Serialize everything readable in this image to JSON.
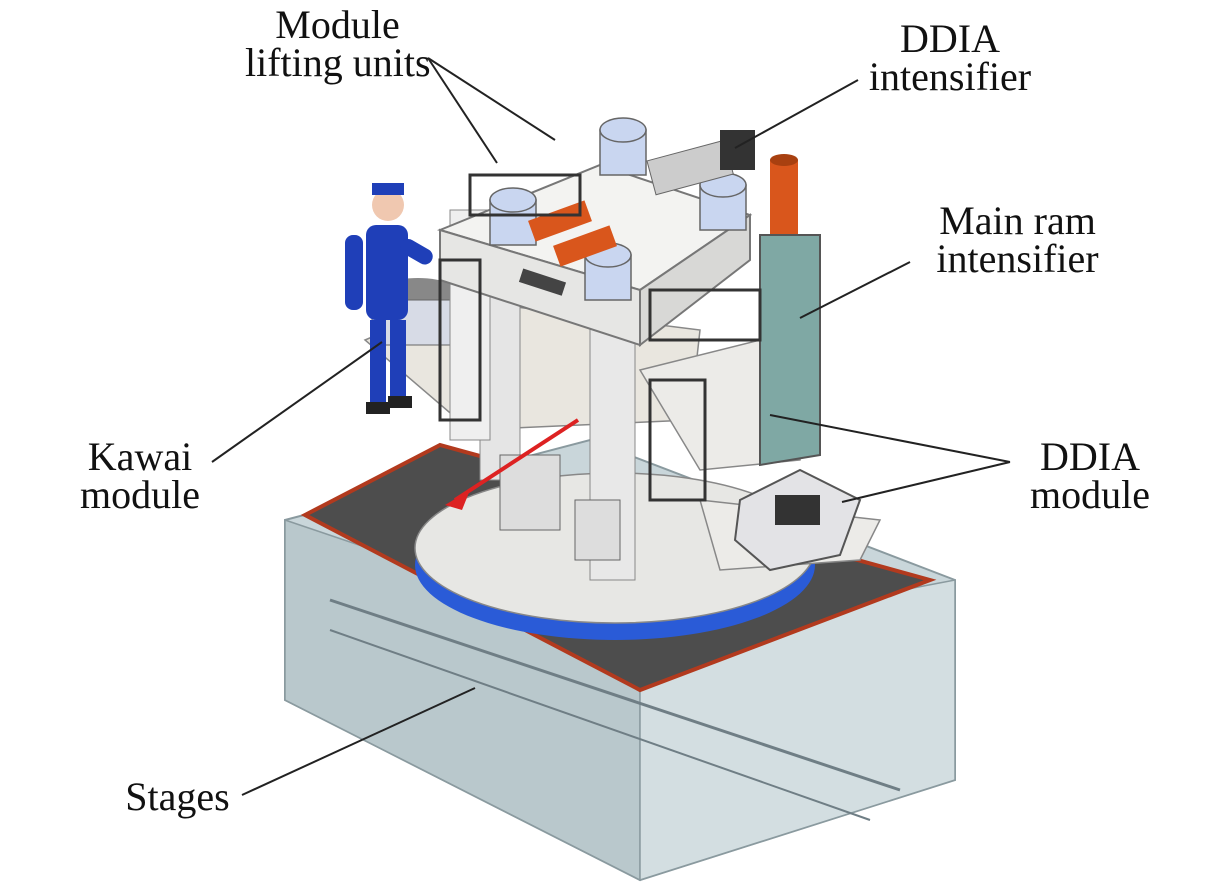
{
  "labels": {
    "module_lifting_units": [
      "Module",
      "lifting units"
    ],
    "ddia_intensifier": [
      "DDIA",
      "intensifier"
    ],
    "main_ram_intensifier": [
      "Main ram",
      "intensifier"
    ],
    "kawai_module": [
      "Kawai",
      "module"
    ],
    "ddia_module": [
      "DDIA",
      "module"
    ],
    "stages": [
      "Stages"
    ]
  },
  "colors": {
    "base_glass": "#c9d6da",
    "platform": "#4a4a4a",
    "platform_edge": "#b23a1e",
    "frame": "#f1f1ef",
    "turntable_band": "#2a5bd7",
    "orange": "#d9561c",
    "person": "#1f3fb8",
    "teal": "#7fa8a4"
  }
}
